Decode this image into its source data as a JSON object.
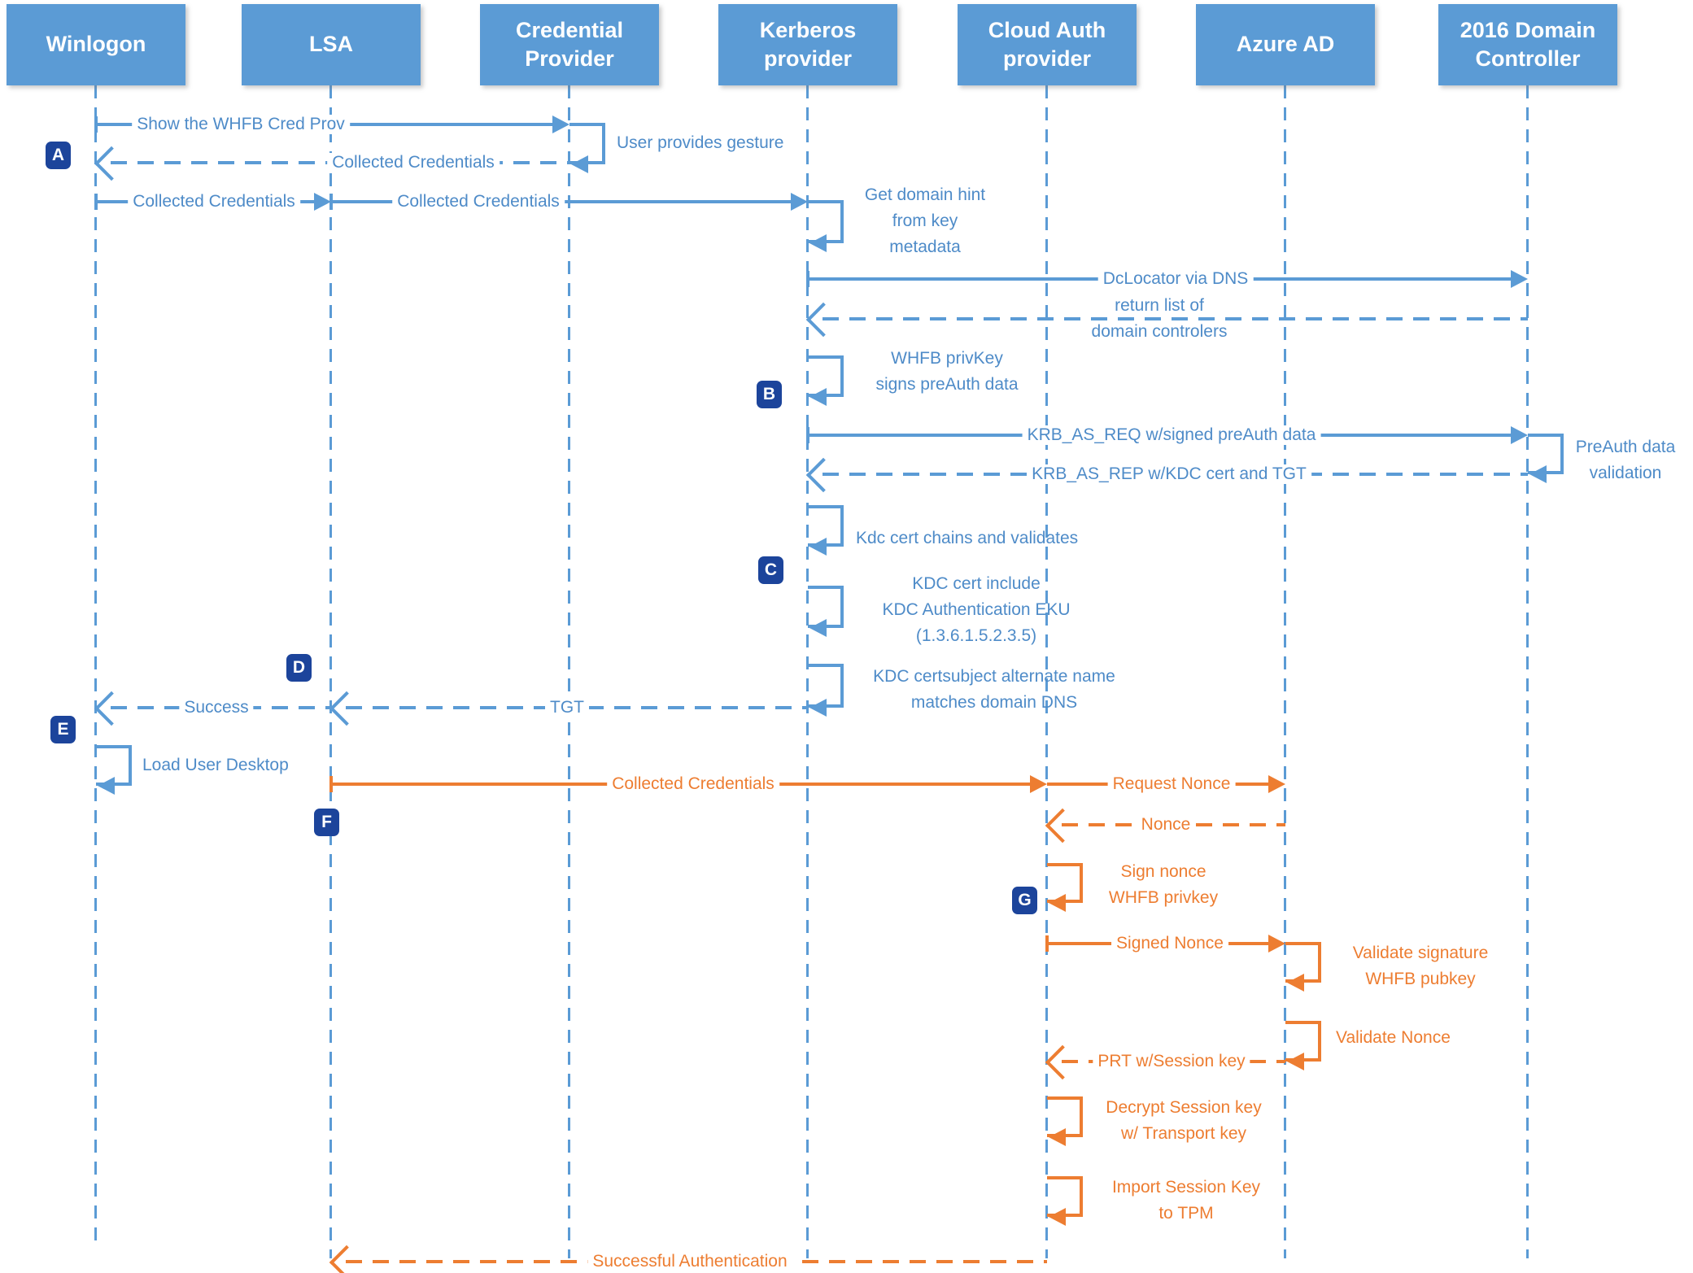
{
  "colors": {
    "actor_fill": "#5B9BD5",
    "blue_line": "#5B9BD5",
    "blue_text": "#4E8BC8",
    "orange": "#ED7D31",
    "badge_bg": "#1C449B",
    "background": "#FFFFFF"
  },
  "actors": [
    {
      "id": "winlogon",
      "label": "Winlogon"
    },
    {
      "id": "lsa",
      "label": "LSA"
    },
    {
      "id": "credential-provider",
      "label": "Credential Provider"
    },
    {
      "id": "kerberos-provider",
      "label": "Kerberos provider"
    },
    {
      "id": "cloud-auth-provider",
      "label": "Cloud Auth provider"
    },
    {
      "id": "azure-ad",
      "label": "Azure AD"
    },
    {
      "id": "2016-domain-controller",
      "label": "2016 Domain Controller"
    }
  ],
  "badges": {
    "a": "A",
    "b": "B",
    "c": "C",
    "d": "D",
    "e": "E",
    "f": "F",
    "g": "G"
  },
  "messages": {
    "show_cred_prov": {
      "label": "Show the WHFB Cred Prov",
      "from": "Winlogon",
      "to": "Credential Provider",
      "style": "solid"
    },
    "user_gesture": {
      "label": "User provides gesture",
      "from": "Credential Provider",
      "to": "Credential Provider",
      "style": "self"
    },
    "collected_credentials_return": {
      "label": "Collected Credentials",
      "from": "Credential Provider",
      "to": "Winlogon",
      "style": "dashed"
    },
    "collected_credentials_1": {
      "label": "Collected Credentials",
      "from": "Winlogon",
      "to": "LSA",
      "style": "solid"
    },
    "collected_credentials_2": {
      "label": "Collected Credentials",
      "from": "LSA",
      "to": "Kerberos provider",
      "style": "solid"
    },
    "get_domain_hint": {
      "lines": [
        "Get domain hint",
        "from key",
        "metadata"
      ],
      "from": "Kerberos provider",
      "to": "Kerberos provider",
      "style": "self"
    },
    "dclocator": {
      "label": "DcLocator via DNS",
      "from": "Kerberos provider",
      "to": "2016 Domain Controller",
      "style": "solid"
    },
    "return_dc_list": {
      "lines": [
        "return list of",
        "domain controlers"
      ],
      "from": "2016 Domain Controller",
      "to": "Kerberos provider",
      "style": "dashed"
    },
    "whfb_privkey": {
      "lines": [
        "WHFB privKey",
        "signs preAuth data"
      ],
      "from": "Kerberos provider",
      "to": "Kerberos provider",
      "style": "self"
    },
    "krb_as_req": {
      "label": "KRB_AS_REQ w/signed preAuth data",
      "from": "Kerberos provider",
      "to": "2016 Domain Controller",
      "style": "solid"
    },
    "preauth_validation": {
      "lines": [
        "PreAuth data",
        "validation"
      ],
      "from": "2016 Domain Controller",
      "to": "2016 Domain Controller",
      "style": "self"
    },
    "krb_as_rep": {
      "label": "KRB_AS_REP w/KDC cert and TGT",
      "from": "2016 Domain Controller",
      "to": "Kerberos provider",
      "style": "dashed"
    },
    "kdc_cert_chains": {
      "label": "Kdc cert chains and validates",
      "from": "Kerberos provider",
      "to": "Kerberos provider",
      "style": "self"
    },
    "kdc_cert_eku": {
      "lines": [
        "KDC cert include",
        "KDC Authentication EKU",
        "(1.3.6.1.5.2.3.5)"
      ],
      "from": "Kerberos provider",
      "to": "Kerberos provider",
      "style": "self"
    },
    "kdc_cert_san": {
      "lines": [
        "KDC certsubject alternate name",
        "matches domain DNS"
      ],
      "from": "Kerberos provider",
      "to": "Kerberos provider",
      "style": "self"
    },
    "tgt": {
      "label": "TGT",
      "from": "Kerberos provider",
      "to": "LSA",
      "style": "dashed"
    },
    "success": {
      "label": "Success",
      "from": "LSA",
      "to": "Winlogon",
      "style": "dashed"
    },
    "load_user_desktop": {
      "label": "Load User Desktop",
      "from": "Winlogon",
      "to": "Winlogon",
      "style": "self"
    },
    "collected_credentials_3": {
      "label": "Collected Credentials",
      "from": "LSA",
      "to": "Cloud Auth provider",
      "style": "solid"
    },
    "request_nonce": {
      "label": "Request Nonce",
      "from": "Cloud Auth provider",
      "to": "Azure AD",
      "style": "solid"
    },
    "nonce": {
      "label": "Nonce",
      "from": "Azure AD",
      "to": "Cloud Auth provider",
      "style": "dashed"
    },
    "sign_nonce": {
      "lines": [
        "Sign nonce",
        "WHFB privkey"
      ],
      "from": "Cloud Auth provider",
      "to": "Cloud Auth provider",
      "style": "self"
    },
    "signed_nonce": {
      "label": "Signed Nonce",
      "from": "Cloud Auth provider",
      "to": "Azure AD",
      "style": "solid"
    },
    "validate_signature": {
      "lines": [
        "Validate signature",
        "WHFB pubkey"
      ],
      "from": "Azure AD",
      "to": "Azure AD",
      "style": "self"
    },
    "validate_nonce": {
      "label": "Validate Nonce",
      "from": "Azure AD",
      "to": "Azure AD",
      "style": "self"
    },
    "prt_session_key": {
      "label": "PRT w/Session key",
      "from": "Azure AD",
      "to": "Cloud Auth provider",
      "style": "dashed"
    },
    "decrypt_session_key": {
      "lines": [
        "Decrypt Session key",
        "w/ Transport key"
      ],
      "from": "Cloud Auth provider",
      "to": "Cloud Auth provider",
      "style": "self"
    },
    "import_session_key": {
      "lines": [
        "Import Session Key",
        "to TPM"
      ],
      "from": "Cloud Auth provider",
      "to": "Cloud Auth provider",
      "style": "self"
    },
    "successful_authentication": {
      "label": "Successful Authentication",
      "from": "Cloud Auth provider",
      "to": "LSA",
      "style": "dashed"
    }
  }
}
